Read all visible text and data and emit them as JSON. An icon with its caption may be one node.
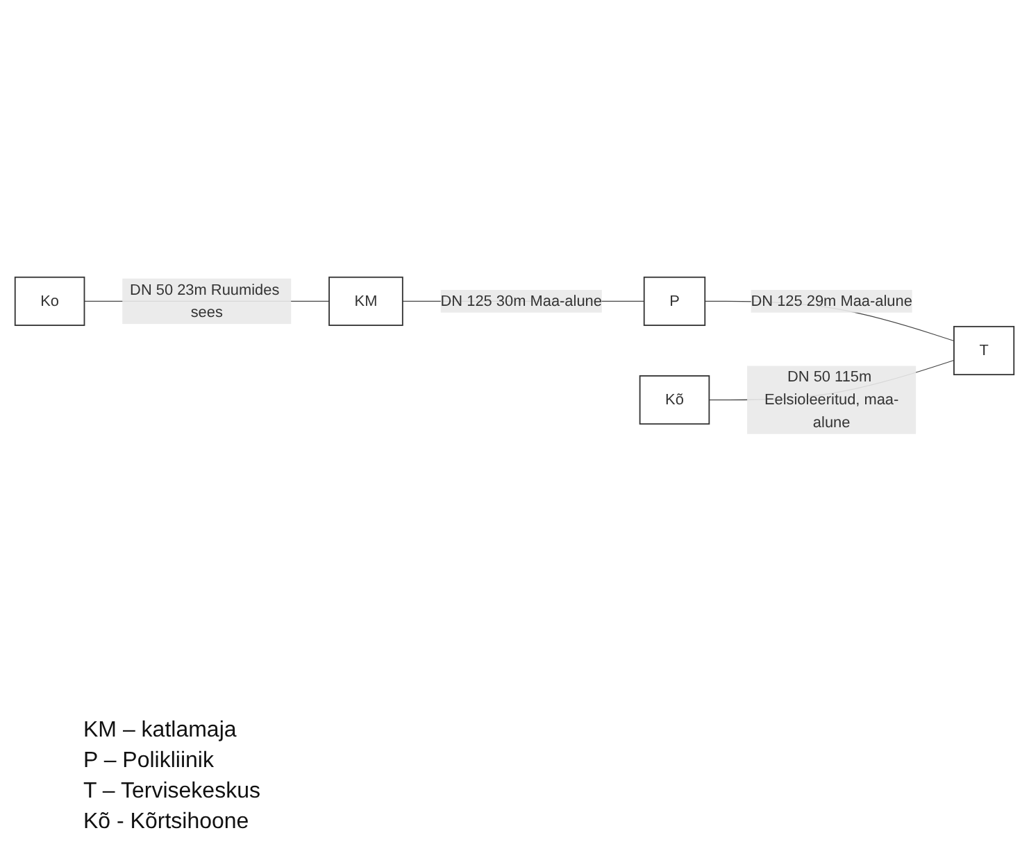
{
  "diagram": {
    "nodes": [
      {
        "text": [
          "Ko"
        ]
      },
      {
        "text": [
          "KM"
        ]
      },
      {
        "text": [
          "P"
        ]
      },
      {
        "text": [
          "T"
        ]
      },
      {
        "text": [
          "Kõ"
        ]
      }
    ],
    "edges": [
      {
        "from": 0,
        "to": 1,
        "arrow": "none",
        "label": "DN 50 23m Ruumides sees"
      },
      {
        "from": 1,
        "to": 2,
        "arrow": "none",
        "label": "DN 125 30m Maa-alune"
      },
      {
        "from": 2,
        "to": 3,
        "arrow": "none",
        "label": "DN 125 29m Maa-alune"
      },
      {
        "from": 4,
        "to": 3,
        "arrow": "none",
        "label": "DN 50 115m Eelsioleeritud, maa-alune"
      }
    ],
    "labels": [
      "KM – katlamaja",
      "P – Polikliinik",
      "T – Tervisekeskus",
      "Kõ - Kõrtsihoone"
    ]
  }
}
